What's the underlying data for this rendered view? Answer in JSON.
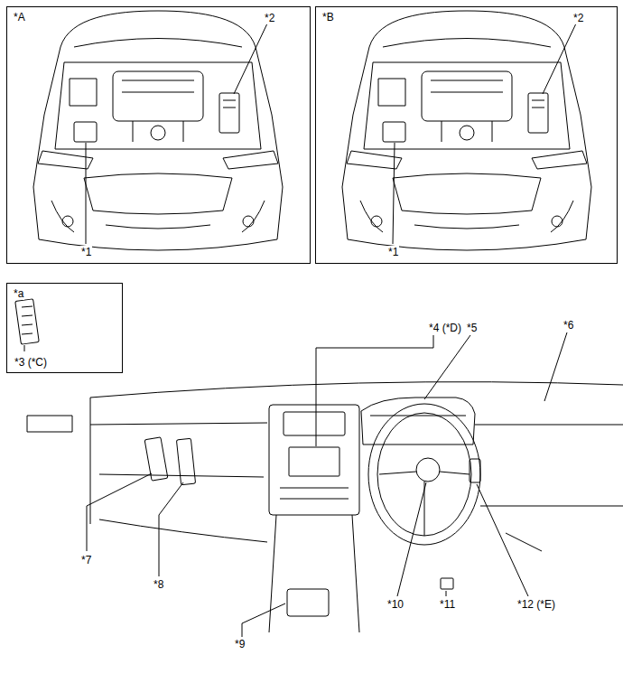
{
  "diagram": {
    "nodes": [
      {
        "text": [
          "*A",
          "*2",
          "*1"
        ]
      },
      {
        "text": [
          "*B",
          "*2",
          "*1"
        ]
      },
      {
        "text": [
          "*a",
          "*3 (*C)"
        ]
      }
    ],
    "labels": [
      "*4 (*D)",
      "*5",
      "*6",
      "*7",
      "*8",
      "*9",
      "*10",
      "*11",
      "*12 (*E)"
    ]
  }
}
